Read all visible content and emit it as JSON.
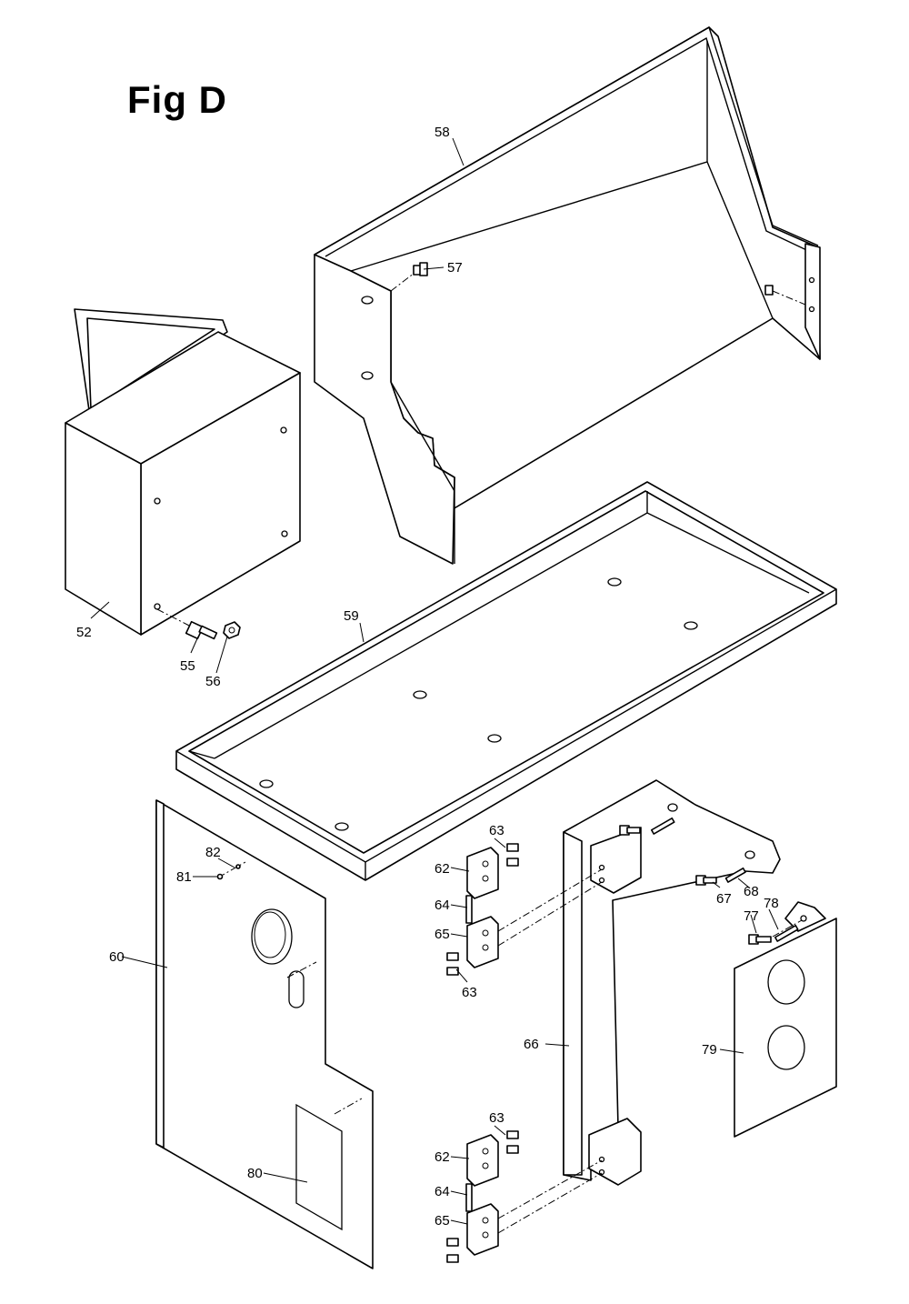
{
  "figure": {
    "title": "Fig D"
  },
  "callouts": {
    "c52": "52",
    "c55": "55",
    "c56": "56",
    "c57": "57",
    "c58": "58",
    "c59": "59",
    "c60": "60",
    "c62a": "62",
    "c62b": "62",
    "c63a": "63",
    "c63b": "63",
    "c63c": "63",
    "c64a": "64",
    "c64b": "64",
    "c65a": "65",
    "c65b": "65",
    "c66": "66",
    "c67": "67",
    "c68": "68",
    "c77": "77",
    "c78": "78",
    "c79": "79",
    "c80": "80",
    "c81": "81",
    "c82": "82"
  }
}
